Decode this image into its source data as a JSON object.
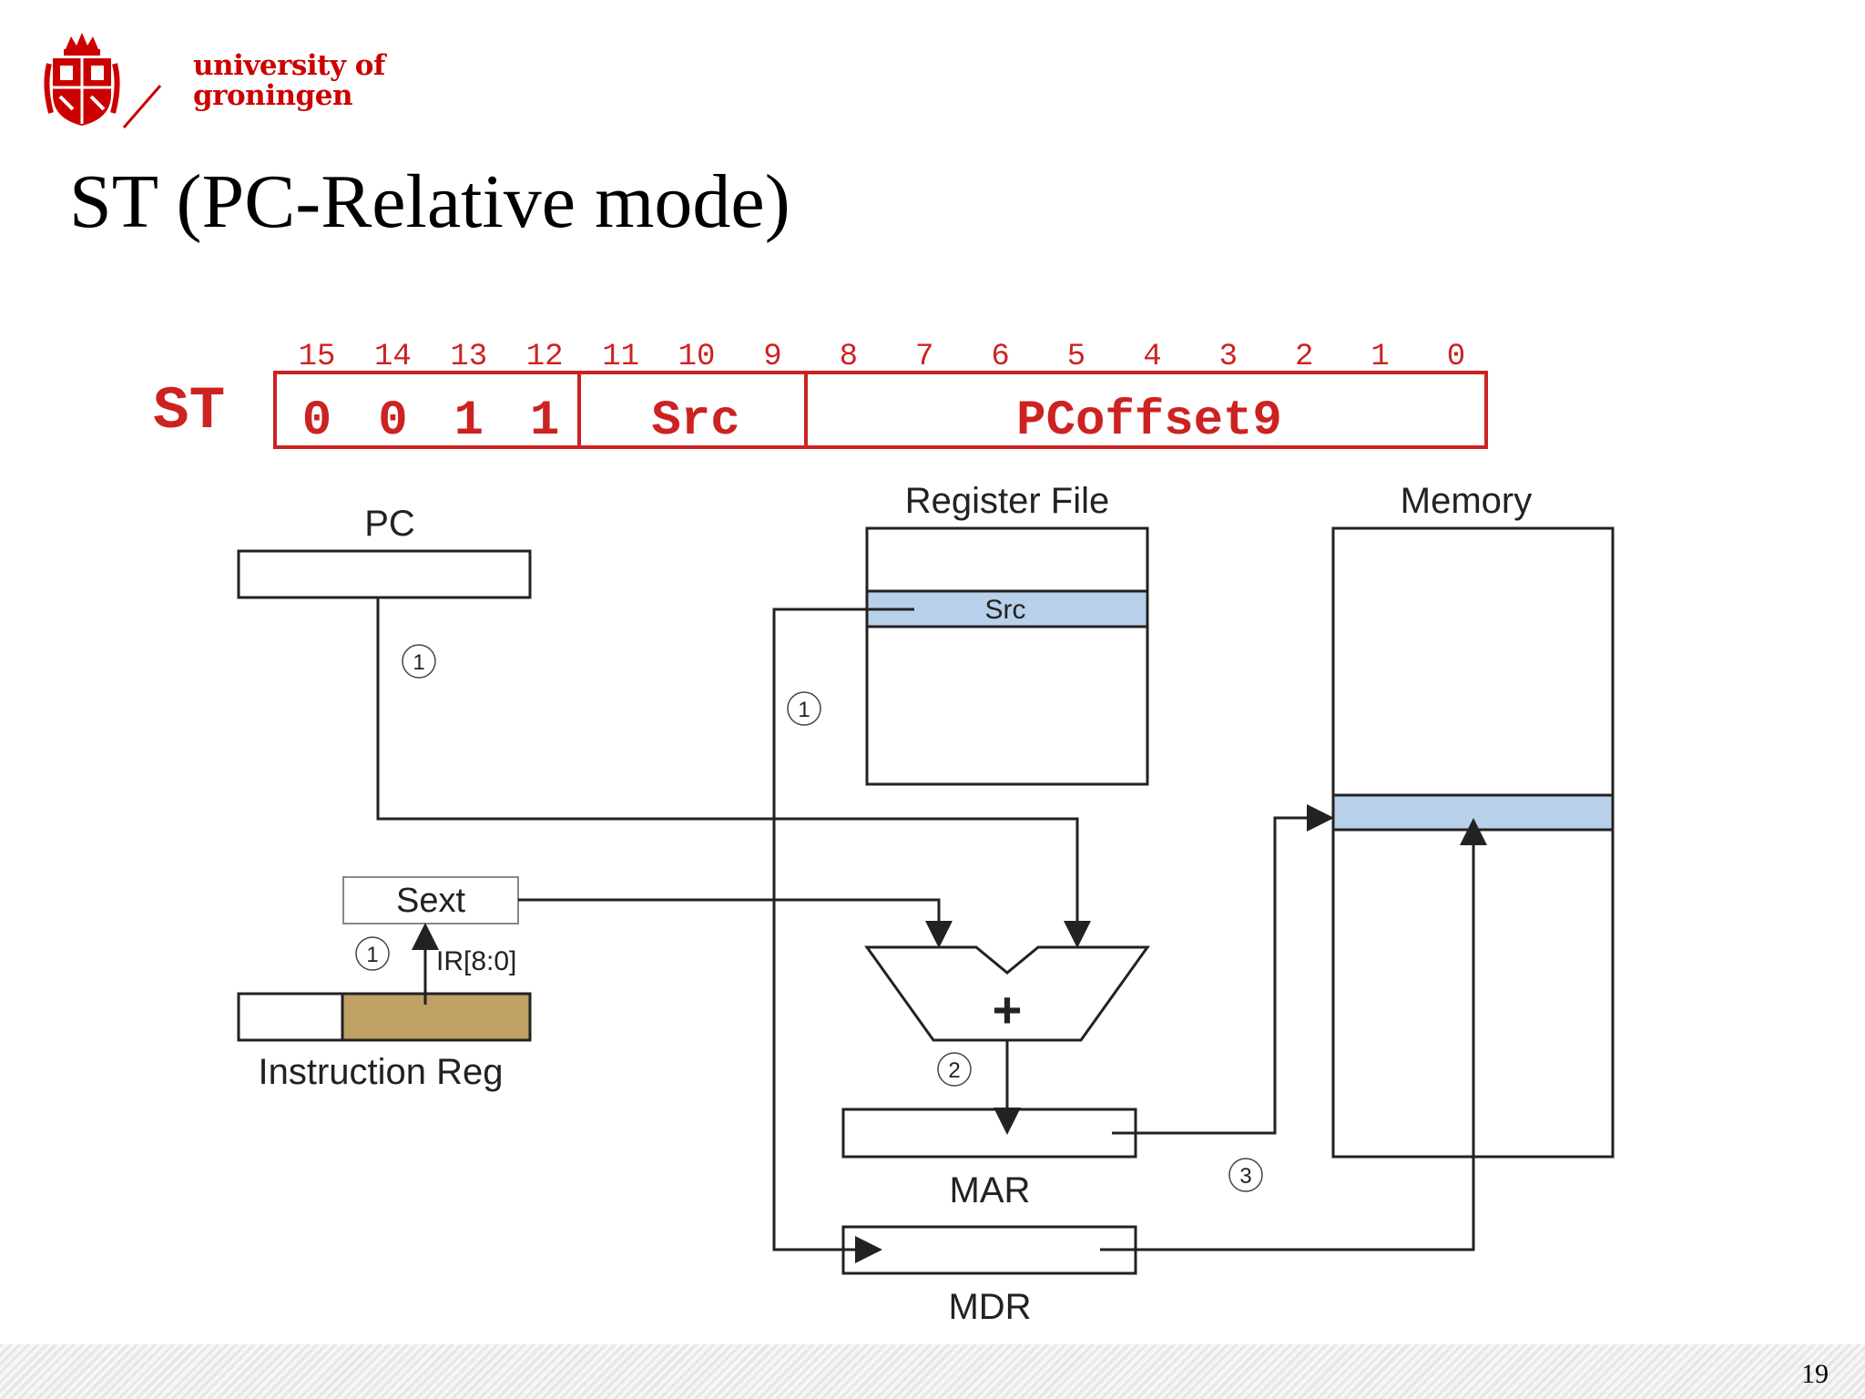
{
  "header": {
    "logo_line1": "university of",
    "logo_line2": "groningen",
    "title": "ST (PC-Relative mode)"
  },
  "instruction_format": {
    "opcode_name": "ST",
    "bit_numbers": [
      "15",
      "14",
      "13",
      "12",
      "11",
      "10",
      "9",
      "8",
      "7",
      "6",
      "5",
      "4",
      "3",
      "2",
      "1",
      "0"
    ],
    "opcode_bits": [
      "0",
      "0",
      "1",
      "1"
    ],
    "field_src": "Src",
    "field_offset": "PCoffset9"
  },
  "datapath": {
    "pc_label": "PC",
    "register_file_label": "Register File",
    "register_src_label": "Src",
    "memory_label": "Memory",
    "sext_label": "Sext",
    "ir_slice_label": "IR[8:0]",
    "instruction_reg_label": "Instruction Reg",
    "adder_symbol": "+",
    "mar_label": "MAR",
    "mdr_label": "MDR",
    "steps": {
      "pc_step": "1",
      "src_step": "1",
      "ir_step": "1",
      "adder_step": "2",
      "mem_step": "3"
    }
  },
  "colors": {
    "brand_red": "#cc0000",
    "highlight_blue": "#b8d0ea",
    "ir_offset_fill": "#bfa065"
  },
  "footer": {
    "page_number": "19"
  }
}
